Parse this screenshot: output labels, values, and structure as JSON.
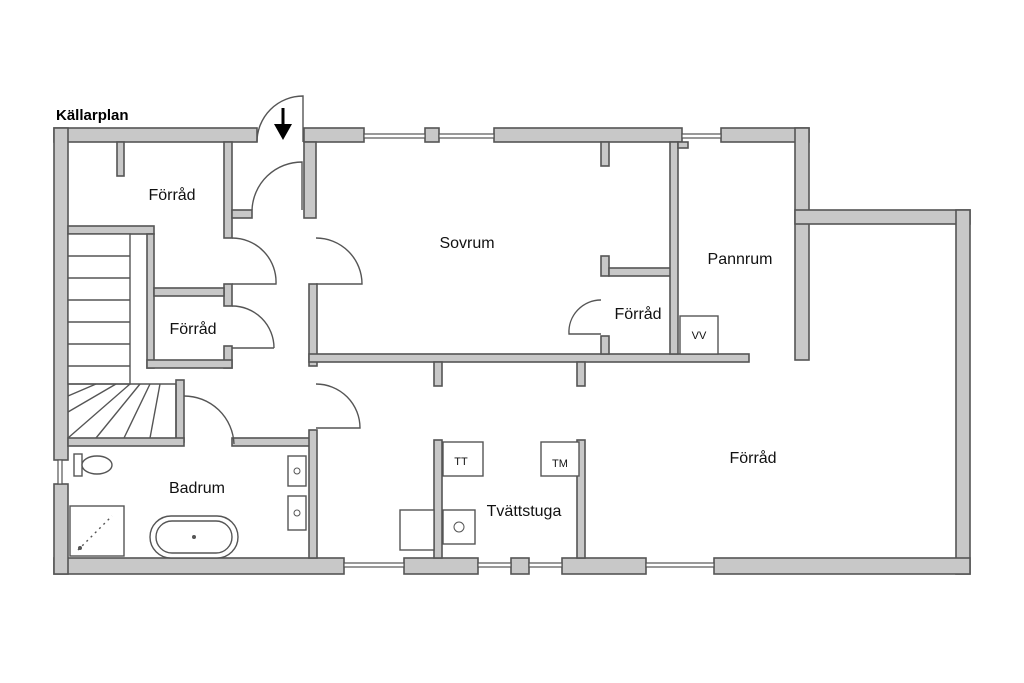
{
  "plan": {
    "title": "Källarplan",
    "rooms": {
      "forrad_top_left": "Förråd",
      "forrad_middle_left": "Förråd",
      "sovrum": "Sovrum",
      "forrad_small": "Förråd",
      "pannrum": "Pannrum",
      "badrum": "Badrum",
      "tvattstuga": "Tvättstuga",
      "forrad_large": "Förråd"
    },
    "fixtures": {
      "vv": "VV",
      "tt": "TT",
      "tm": "TM"
    },
    "colors": {
      "wall_fill": "#c8c8c8",
      "wall_outline": "#555555",
      "text": "#111111"
    }
  }
}
